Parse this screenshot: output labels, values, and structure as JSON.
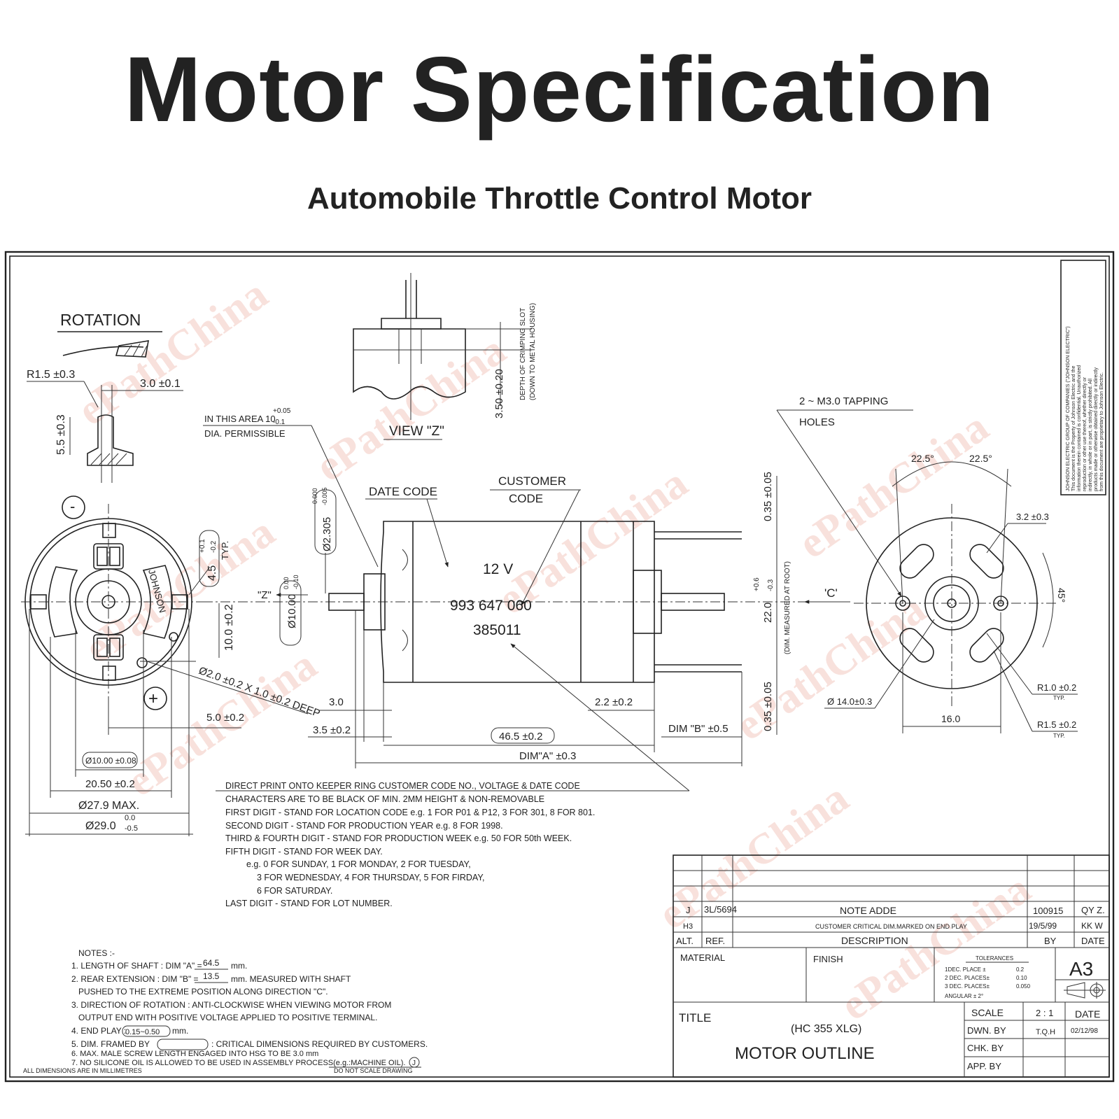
{
  "header": {
    "title": "Motor Specification",
    "subtitle": "Automobile Throttle Control Motor"
  },
  "watermark": "ePathChina",
  "colors": {
    "ink": "#222222",
    "watermark": "#f3c9c1",
    "background": "#ffffff"
  },
  "left_view": {
    "rotation": "ROTATION",
    "r15": "R1.5 ±0.3",
    "d30": "3.0 ±0.1",
    "d55": "5.5 ±0.3",
    "minus": "-",
    "plus": "+",
    "brand": "JOHNSON",
    "d45": "4.5",
    "d45_tol_up": "+0.1",
    "d45_tol_dn": "-0.2",
    "typ": "TYP.",
    "d100": "10.0 ±0.2",
    "hole": "Ø2.0 ±0.2 X 1.0 ±0.2 DEEP",
    "d50": "5.0 ±0.2",
    "d1000": "Ø10.00 ±0.08",
    "d2050": "20.50 ±0.2",
    "d279": "Ø27.9 MAX.",
    "d29": "Ø29.0",
    "d29_up": "0.0",
    "d29_dn": "-0.5"
  },
  "view_z": {
    "label": "VIEW \"Z\"",
    "d350": "3.50 ±0.20",
    "note1": "DEPTH OF CRIMPING SLOT",
    "note2": "(DOWN TO METAL HOUSING)"
  },
  "side_view": {
    "area1": "IN THIS AREA 10",
    "area_up": "+0.05",
    "area_dn": "-0.1",
    "area2": "DIA. PERMISSIBLE",
    "date_code": "DATE CODE",
    "cust1": "CUSTOMER",
    "cust2": "CODE",
    "shaft": "Ø2.305",
    "shaft_up": "0.000",
    "shaft_dn": "-0.005",
    "boss": "Ø10.00",
    "boss_up": "0.00",
    "boss_dn": "-0.10",
    "z_arrow": "\"Z\"",
    "voltage": "12 V",
    "code": "993 647 060",
    "lot": "385011",
    "d035a": "0.35 ±0.05",
    "d22": "22.0",
    "d22_up": "+0.6",
    "d22_dn": "-0.3",
    "root": "(DIM. MEASURED AT ROOT)",
    "d035b": "0.35 ±0.05",
    "c_arrow": "'C'",
    "d3": "3.0",
    "d35": "3.5 ±0.2",
    "d22b": "2.2 ±0.2",
    "d465": "46.5 ±0.2",
    "dimb": "DIM \"B\" ±0.5",
    "dima": "DIM\"A\" ±0.3"
  },
  "right_view": {
    "tap1": "2 ~ M3.0 TAPPING",
    "tap2": "HOLES",
    "ang1": "22.5°",
    "ang2": "22.5°",
    "d32": "3.2 ±0.3",
    "ang45": "45°",
    "d14": "Ø 14.0±0.3",
    "d16": "16.0",
    "r10": "R1.0 ±0.2",
    "r15": "R1.5 ±0.2",
    "typ": "TYP."
  },
  "copyright": [
    "JOHNSON ELECTRIC GROUP OF COMPANIES (\"JOHNSON ELECTRIC\")",
    "This document is the Property of Johnson Electric and the",
    "information therein contained is confidential. Unauthorized",
    "reproduction or other use thereof, whether directly or",
    "indirectly, in whole or in part, is strictly prohibited. All",
    "products made or otherwise obtained directly or indirectly",
    "from this document are proprietary to Johnson Electric."
  ],
  "code_notes": [
    "DIRECT PRINT ONTO KEEPER RING CUSTOMER CODE NO., VOLTAGE & DATE CODE",
    "CHARACTERS ARE TO BE BLACK OF MIN. 2MM HEIGHT & NON-REMOVABLE",
    "FIRST DIGIT - STAND FOR LOCATION CODE e.g. 1 FOR P01 & P12, 3 FOR 301, 8 FOR 801.",
    "SECOND DIGIT - STAND FOR PRODUCTION YEAR e.g. 8 FOR 1998.",
    "THIRD & FOURTH DIGIT - STAND FOR PRODUCTION WEEK e.g. 50 FOR 50th WEEK.",
    "FIFTH DIGIT - STAND FOR WEEK DAY.",
    "e.g. 0 FOR SUNDAY, 1 FOR MONDAY, 2 FOR TUESDAY,",
    "3 FOR WEDNESDAY, 4 FOR THURSDAY, 5 FOR FIRDAY,",
    "6 FOR SATURDAY.",
    "LAST DIGIT - STAND FOR LOT NUMBER."
  ],
  "notes": {
    "title": "NOTES :-",
    "n1": "1. LENGTH OF SHAFT : DIM \"A\" =",
    "n1v": "64.5",
    "n1u": "mm.",
    "n2": "2. REAR EXTENSION  : DIM \"B\" =",
    "n2v": "13.5",
    "n2u": "mm. MEASURED WITH SHAFT",
    "n2b": "PUSHED TO THE EXTREME POSITION ALONG DIRECTION \"C\".",
    "n3": "3. DIRECTION OF ROTATION : ANTI-CLOCKWISE WHEN VIEWING MOTOR FROM",
    "n3b": "OUTPUT END WITH POSITIVE VOLTAGE APPLIED TO POSITIVE TERMINAL.",
    "n4": "4. END PLAY :",
    "n4v": "0.15~0.50",
    "n4u": "mm.",
    "n5": "5. DIM. FRAMED BY",
    "n5b": ": CRITICAL DIMENSIONS REQUIRED BY CUSTOMERS.",
    "n6": "6. MAX. MALE SCREW LENGTH ENGAGED INTO HSG TO BE 3.0 mm",
    "n7": "7. NO SILICONE OIL IS ALLOWED TO BE USED IN ASSEMBLY PROCESS(e.g.:MACHINE OIL).",
    "n7mark": "J",
    "units": "ALL DIMENSIONS ARE IN MILLIMETRES",
    "noscale": "DO NOT SCALE DRAWING"
  },
  "title_block": {
    "rev_j": "J",
    "ref_j": "3L/5694",
    "desc_j": "NOTE ADDE",
    "by_j": "100915",
    "date_j": "QY Z.",
    "rev_h": "H3",
    "desc_h": "CUSTOMER CRITICAL DIM.MARKED ON END PLAY",
    "by_h": "19/5/99",
    "date_h": "KK W",
    "alt": "ALT.",
    "ref": "REF.",
    "description": "DESCRIPTION",
    "by": "BY",
    "date": "DATE",
    "material": "MATERIAL",
    "finish": "FINISH",
    "tol_title": "TOLERANCES",
    "tol1": "1DEC. PLACE ±",
    "tol1v": "0.2",
    "tol2": "2 DEC. PLACES±",
    "tol2v": "0.10",
    "tol3": "3 DEC. PLACES±",
    "tol3v": "0.050",
    "tol4": "ANGULAR ± 2°",
    "size": "A3",
    "title_label": "TITLE",
    "model": "(HC 355 XLG)",
    "name": "MOTOR OUTLINE",
    "scale": "SCALE",
    "scale_v": "2 : 1",
    "date2": "DATE",
    "date2_v": "02/12/98",
    "dwn": "DWN. BY",
    "dwn_v": "T.Q.H",
    "chk": "CHK. BY",
    "app": "APP. BY"
  }
}
